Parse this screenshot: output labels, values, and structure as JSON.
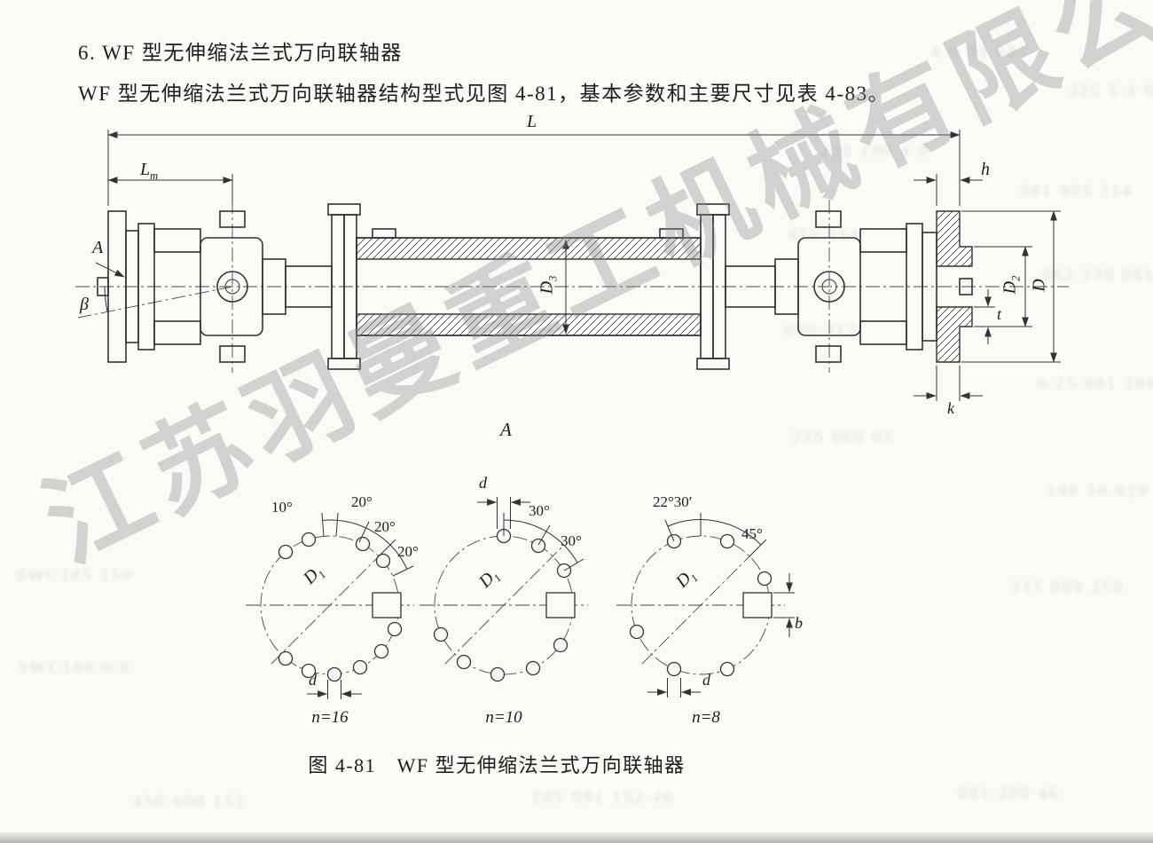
{
  "page": {
    "heading": "6. WF 型无伸缩法兰式万向联轴器",
    "body": "WF 型无伸缩法兰式万向联轴器结构型式见图 4-81，基本参数和主要尺寸见表 4-83。",
    "figure_caption": "图 4-81　WF 型无伸缩法兰式万向联轴器",
    "watermark": "江苏羽曼重工机械有限公司"
  },
  "dims": {
    "L": "L",
    "Lm_base": "L",
    "Lm_sub": "m",
    "h": "h",
    "beta": "β",
    "A_view": "A",
    "A_section": "A",
    "D3_base": "D",
    "D3_sub": "3",
    "D2_base": "D",
    "D2_sub": "2",
    "D": "D",
    "t": "t",
    "k": "k"
  },
  "details": [
    {
      "angles": [
        "10°",
        "20°",
        "20°",
        "20°"
      ],
      "D1_base": "D",
      "D1_sub": "1",
      "d": "d",
      "n": "n=16"
    },
    {
      "angles": [
        "30°",
        "30°"
      ],
      "D1_base": "D",
      "D1_sub": "1",
      "d": "d",
      "n": "n=10"
    },
    {
      "angles": [
        "22°30′",
        "45°"
      ],
      "D1_base": "D",
      "D1_sub": "1",
      "d": "d",
      "b": "b",
      "n": "n=8"
    }
  ],
  "bleedthrough": [
    "4.0 03 081",
    "225 5.4 0",
    "225 190 4.0",
    "081 005 214",
    "450 354",
    "062 230 081",
    "600 312",
    "0.25 081 200",
    "255 060 05",
    "140 50 029",
    "315 009 258",
    "SWC285 150",
    "SWC180 0.6",
    "205 081 152 46",
    "450 600 152",
    "081 200 46"
  ]
}
